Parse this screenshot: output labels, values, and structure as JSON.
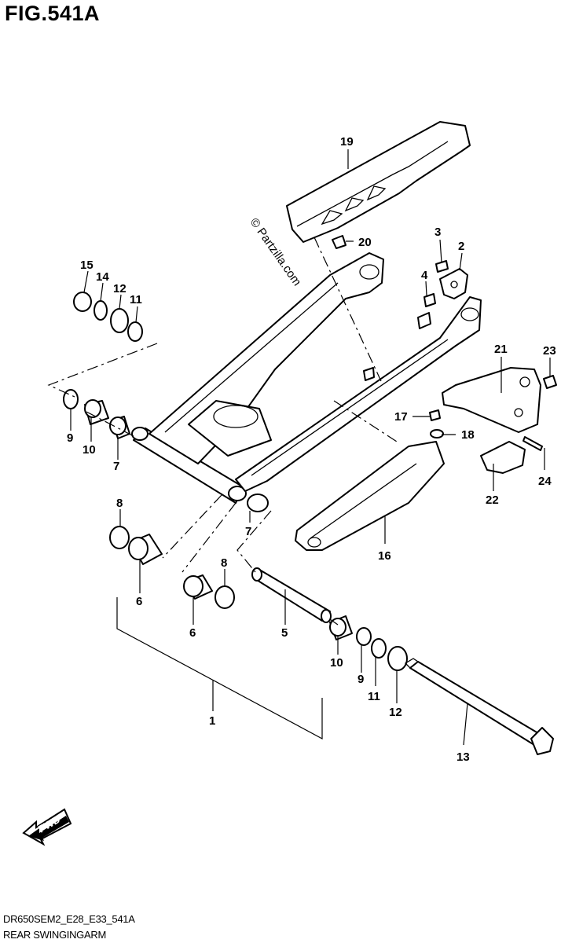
{
  "figure": {
    "title": "FIG.541A",
    "watermark": "© Partzilla.com",
    "fwd_label": "FWD"
  },
  "footer": {
    "code": "DR650SEM2_E28_E33_541A",
    "name": "REAR SWINGINGARM"
  },
  "callouts": [
    {
      "id": "c1",
      "text": "1"
    },
    {
      "id": "c2",
      "text": "2"
    },
    {
      "id": "c3",
      "text": "3"
    },
    {
      "id": "c4",
      "text": "4"
    },
    {
      "id": "c5",
      "text": "5"
    },
    {
      "id": "c6a",
      "text": "6"
    },
    {
      "id": "c6b",
      "text": "6"
    },
    {
      "id": "c7a",
      "text": "7"
    },
    {
      "id": "c7b",
      "text": "7"
    },
    {
      "id": "c8a",
      "text": "8"
    },
    {
      "id": "c8b",
      "text": "8"
    },
    {
      "id": "c9a",
      "text": "9"
    },
    {
      "id": "c9b",
      "text": "9"
    },
    {
      "id": "c10a",
      "text": "10"
    },
    {
      "id": "c10b",
      "text": "10"
    },
    {
      "id": "c11a",
      "text": "11"
    },
    {
      "id": "c11b",
      "text": "11"
    },
    {
      "id": "c12a",
      "text": "12"
    },
    {
      "id": "c12b",
      "text": "12"
    },
    {
      "id": "c13",
      "text": "13"
    },
    {
      "id": "c14",
      "text": "14"
    },
    {
      "id": "c15",
      "text": "15"
    },
    {
      "id": "c16",
      "text": "16"
    },
    {
      "id": "c17",
      "text": "17"
    },
    {
      "id": "c18",
      "text": "18"
    },
    {
      "id": "c19",
      "text": "19"
    },
    {
      "id": "c20",
      "text": "20"
    },
    {
      "id": "c21",
      "text": "21"
    },
    {
      "id": "c22",
      "text": "22"
    },
    {
      "id": "c23",
      "text": "23"
    },
    {
      "id": "c24",
      "text": "24"
    }
  ]
}
